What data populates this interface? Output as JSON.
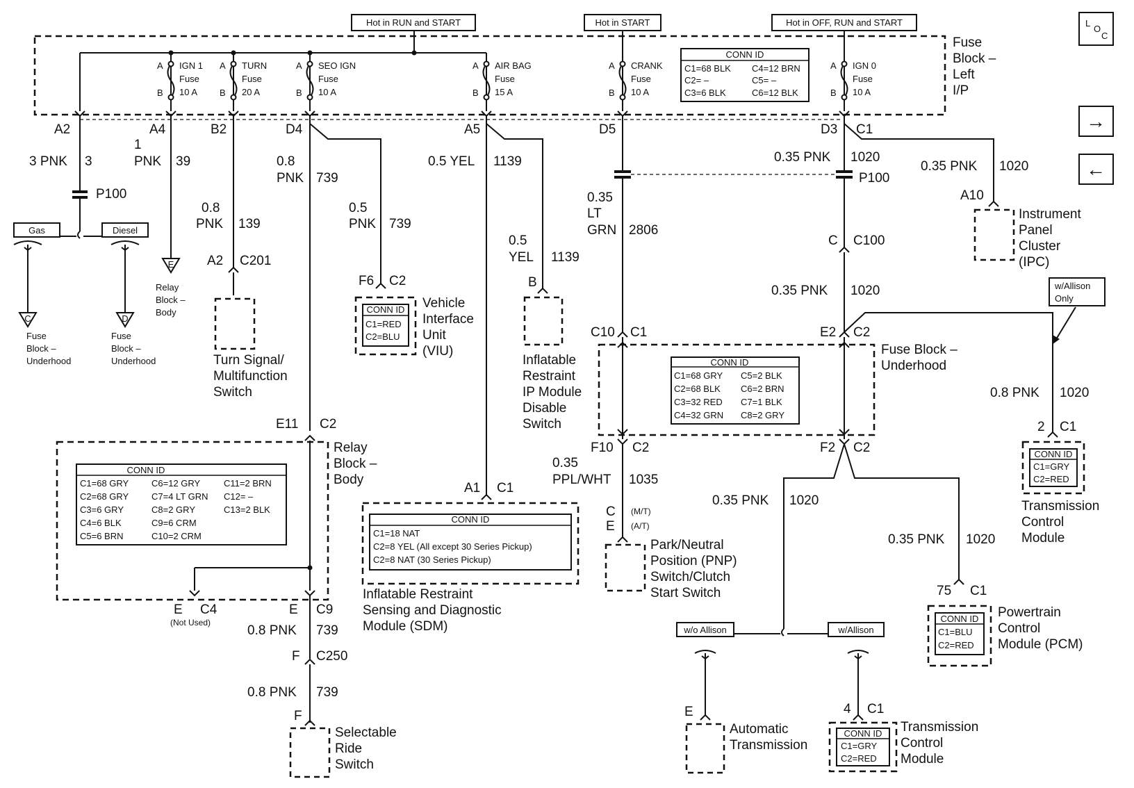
{
  "power_labels": {
    "run_start": "Hot in RUN and START",
    "start": "Hot in START",
    "off_run_start": "Hot in OFF, RUN and START"
  },
  "fuse_block": {
    "title": [
      "Fuse",
      "Block –",
      "Left",
      "I/P"
    ],
    "fuses": [
      {
        "a": "A",
        "b": "B",
        "name": "IGN 1",
        "word": "Fuse",
        "amp": "10 A"
      },
      {
        "a": "A",
        "b": "B",
        "name": "TURN",
        "word": "Fuse",
        "amp": "20 A"
      },
      {
        "a": "A",
        "b": "B",
        "name": "SEO IGN",
        "word": "Fuse",
        "amp": "10 A"
      },
      {
        "a": "A",
        "b": "B",
        "name": "AIR BAG",
        "word": "Fuse",
        "amp": "15 A"
      },
      {
        "a": "A",
        "b": "B",
        "name": "CRANK",
        "word": "Fuse",
        "amp": "10 A"
      },
      {
        "a": "A",
        "b": "B",
        "name": "IGN 0",
        "word": "Fuse",
        "amp": "10 A"
      }
    ],
    "conn_id": {
      "title": "CONN ID",
      "left": [
        "C1=68 BLK",
        "C2=  –",
        "C3=6 BLK"
      ],
      "right": [
        "C4=12 BRN",
        "C5=  –",
        "C6=12 BLK"
      ]
    }
  },
  "terminals": {
    "a2": "A2",
    "a4": "A4",
    "b2": "B2",
    "d4": "D4",
    "a5": "A5",
    "d5": "D5",
    "d3": "D3",
    "c1": "C1"
  },
  "wires": {
    "w3": {
      "size": "3 PNK",
      "circuit": "3"
    },
    "w39": {
      "size": "1",
      "color": "PNK",
      "circuit": "39"
    },
    "w139": {
      "size": "0.8",
      "color": "PNK",
      "circuit": "139"
    },
    "w739a": {
      "size": "0.8",
      "color": "PNK",
      "circuit": "739"
    },
    "w739b": {
      "size": "0.5",
      "color": "PNK",
      "circuit": "739"
    },
    "w1139a": {
      "size": "0.5 YEL",
      "circuit": "1139"
    },
    "w1139b": {
      "size": "0.5",
      "color": "YEL",
      "circuit": "1139"
    },
    "w2806": {
      "size": "0.35",
      "color": "LT",
      "color2": "GRN",
      "circuit": "2806"
    },
    "w1020a": {
      "size": "0.35 PNK",
      "circuit": "1020"
    },
    "w1020b": {
      "size": "0.35 PNK",
      "circuit": "1020"
    },
    "w1020c": {
      "size": "0.35 PNK",
      "circuit": "1020"
    },
    "w1020d": {
      "size": "0.8 PNK",
      "circuit": "1020"
    },
    "w1020e": {
      "size": "0.35 PNK",
      "circuit": "1020"
    },
    "w1020f": {
      "size": "0.35 PNK",
      "circuit": "1020"
    },
    "w1035": {
      "size": "0.35",
      "color": "PPL/WHT",
      "circuit": "1035"
    },
    "w739c": {
      "size": "0.8 PNK",
      "circuit": "739"
    },
    "w739d": {
      "size": "0.8 PNK",
      "circuit": "739"
    }
  },
  "splices": {
    "p100a": "P100",
    "p100b": "P100"
  },
  "options": {
    "gas": "Gas",
    "diesel": "Diesel",
    "wo_allison": "w/o Allison",
    "w_allison": "w/Allison",
    "allison_only": [
      "w/Allison",
      "Only"
    ]
  },
  "refs": {
    "c": "C",
    "d": "D",
    "e": "E",
    "fuse_underhood_c": [
      "Fuse",
      "Block –",
      "Underhood"
    ],
    "fuse_underhood_d": [
      "Fuse",
      "Block –",
      "Underhood"
    ],
    "relay_body": [
      "Relay",
      "Block –",
      "Body"
    ]
  },
  "turn_switch": {
    "pin": "A2",
    "conn": "C201",
    "name": [
      "Turn Signal/",
      "Multifunction",
      "Switch"
    ]
  },
  "viu": {
    "pin": "F6",
    "conn": "C2",
    "conn_id": [
      "CONN ID",
      "C1=RED",
      "C2=BLU"
    ],
    "name": [
      "Vehicle",
      "Interface",
      "Unit",
      "(VIU)"
    ]
  },
  "ip_disable": {
    "pin": "B",
    "name": [
      "Inflatable",
      "Restraint",
      "IP Module",
      "Disable",
      "Switch"
    ]
  },
  "ipc": {
    "pin": "A10",
    "name": [
      "Instrument",
      "Panel",
      "Cluster",
      "(IPC)"
    ]
  },
  "c100": {
    "pin": "C",
    "conn": "C100"
  },
  "underhood": {
    "c10": "C10",
    "c1": "C1",
    "e2": "E2",
    "c2": "C2",
    "f10": "F10",
    "c2b": "C2",
    "f2": "F2",
    "c2c": "C2",
    "title": [
      "Fuse Block –",
      "Underhood"
    ],
    "conn_id": {
      "title": "CONN ID",
      "left": [
        "C1=68 GRY",
        "C2=68 BLK",
        "C3=32 RED",
        "C4=32 GRN"
      ],
      "right": [
        "C5=2 BLK",
        "C6=2 BRN",
        "C7=1 BLK",
        "C8=2 GRY"
      ]
    }
  },
  "relay_block": {
    "e11": "E11",
    "c2": "C2",
    "title": [
      "Relay",
      "Block –",
      "Body"
    ],
    "conn_id": {
      "title": "CONN ID",
      "col1": [
        "C1=68 GRY",
        "C2=68 GRY",
        "C3=6 GRY",
        "C4=6 BLK",
        "C5=6 BRN"
      ],
      "col2": [
        "C6=12 GRY",
        "C7=4 LT GRN",
        "C8=2 GRY",
        "C9=6 CRM",
        "C10=2 CRM"
      ],
      "col3": [
        "C11=2 BRN",
        "C12=  –",
        "C13=2 BLK"
      ]
    },
    "e": "E",
    "c4": "C4",
    "not_used": "(Not Used)",
    "e2": "E",
    "c9": "C9",
    "f": "F",
    "c250": "C250",
    "f2": "F"
  },
  "sdm": {
    "a1": "A1",
    "c1": "C1",
    "conn_id": [
      "CONN ID",
      "C1=18 NAT",
      "C2=8 YEL (All except 30 Series Pickup)",
      "C2=8 NAT (30 Series  Pickup)"
    ],
    "name": [
      "Inflatable Restraint",
      "Sensing and Diagnostic",
      "Module (SDM)"
    ]
  },
  "pnp": {
    "c": "C",
    "mt": "(M/T)",
    "e": "E",
    "at": "(A/T)",
    "name": [
      "Park/Neutral",
      "Position (PNP)",
      "Switch/Clutch",
      "Start Switch"
    ]
  },
  "tcm_right": {
    "pin": "2",
    "conn": "C1",
    "conn_id": [
      "CONN ID",
      "C1=GRY",
      "C2=RED"
    ],
    "name": [
      "Transmission",
      "Control",
      "Module"
    ]
  },
  "pcm": {
    "pin": "75",
    "conn": "C1",
    "conn_id": [
      "CONN ID",
      "C1=BLU",
      "C2=RED"
    ],
    "name": [
      "Powertrain",
      "Control",
      "Module (PCM)"
    ]
  },
  "auto_trans": {
    "pin": "E",
    "name": [
      "Automatic",
      "Transmission"
    ]
  },
  "tcm_bottom": {
    "pin": "4",
    "conn": "C1",
    "conn_id": [
      "CONN ID",
      "C1=GRY",
      "C2=RED"
    ],
    "name": [
      "Transmission",
      "Control",
      "Module"
    ]
  },
  "seat_switch": {
    "name": [
      "Selectable",
      "Ride",
      "Switch"
    ]
  },
  "nav": {
    "loc_l": "L",
    "loc_o": "O",
    "loc_c": "C",
    "next": "→",
    "prev": "←"
  }
}
